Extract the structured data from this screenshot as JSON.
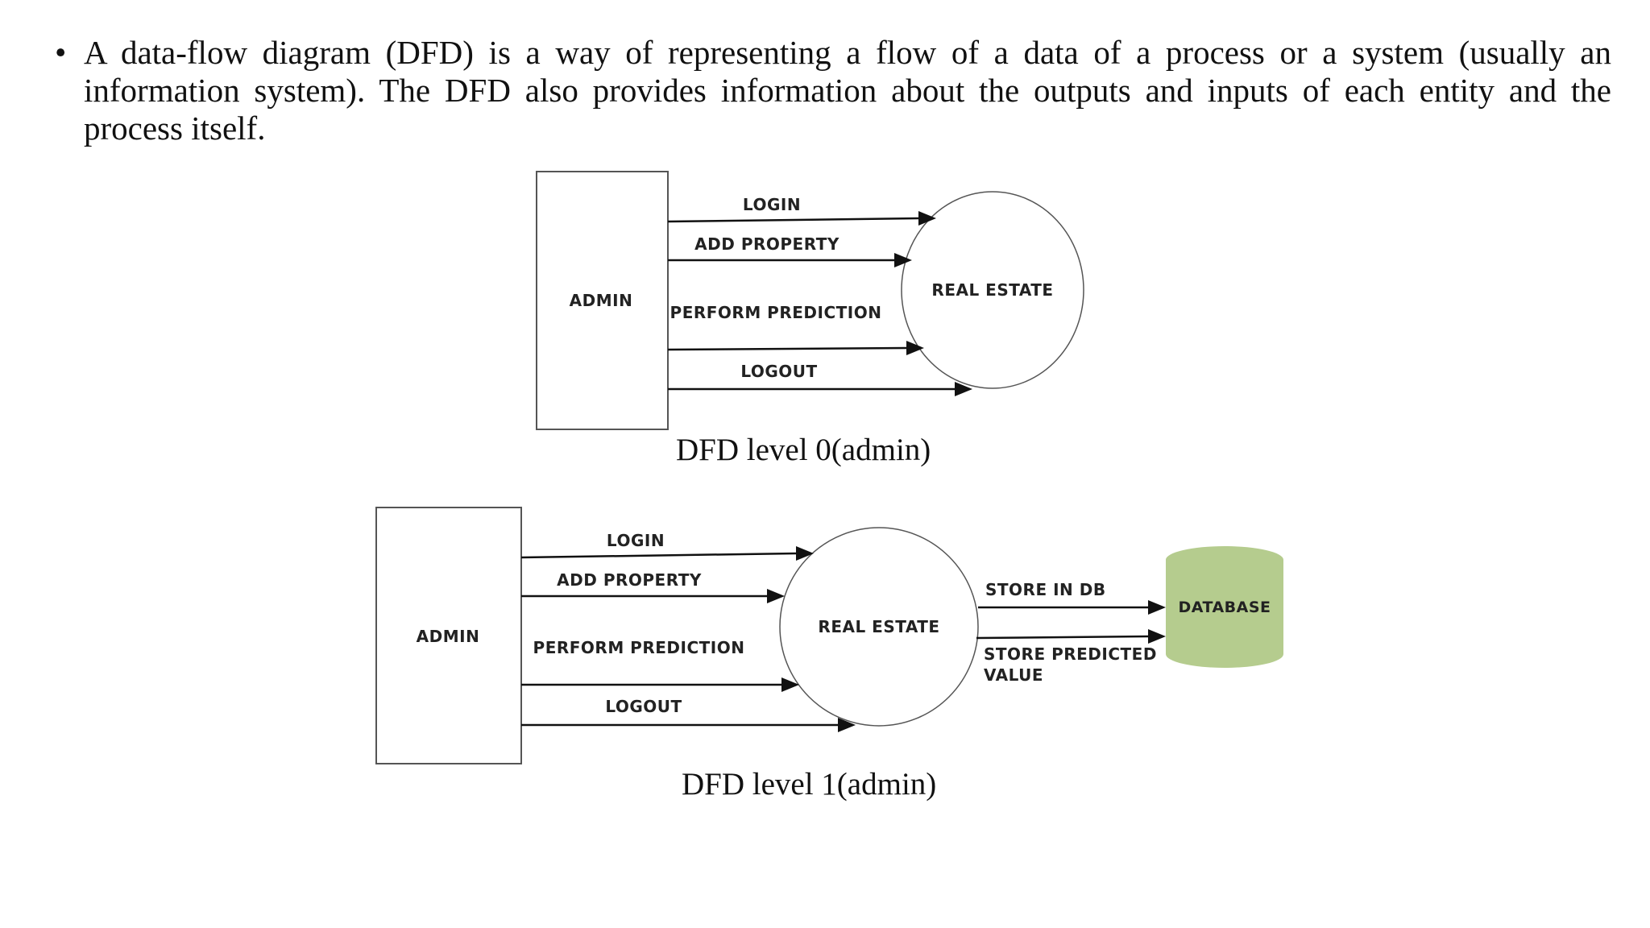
{
  "slide": {
    "bullet": "•",
    "paragraph": "A data-flow diagram (DFD) is a way of representing a flow of a data of a process or a system (usually an information system). The DFD also provides information about the outputs and inputs of each entity and the process itself."
  },
  "diagram_level0": {
    "caption": "DFD level 0(admin)",
    "entity": "ADMIN",
    "process": "REAL ESTATE",
    "flows": [
      "LOGIN",
      "ADD PROPERTY",
      "PERFORM PREDICTION",
      "LOGOUT"
    ]
  },
  "diagram_level1": {
    "caption": "DFD level 1(admin)",
    "entity": "ADMIN",
    "process": "REAL ESTATE",
    "flows": [
      "LOGIN",
      "ADD PROPERTY",
      "PERFORM PREDICTION",
      "LOGOUT"
    ],
    "store_flows": [
      "STORE IN DB",
      "STORE PREDICTED",
      "VALUE"
    ],
    "datastore": "DATABASE",
    "datastore_color": "#b5cc8e"
  }
}
